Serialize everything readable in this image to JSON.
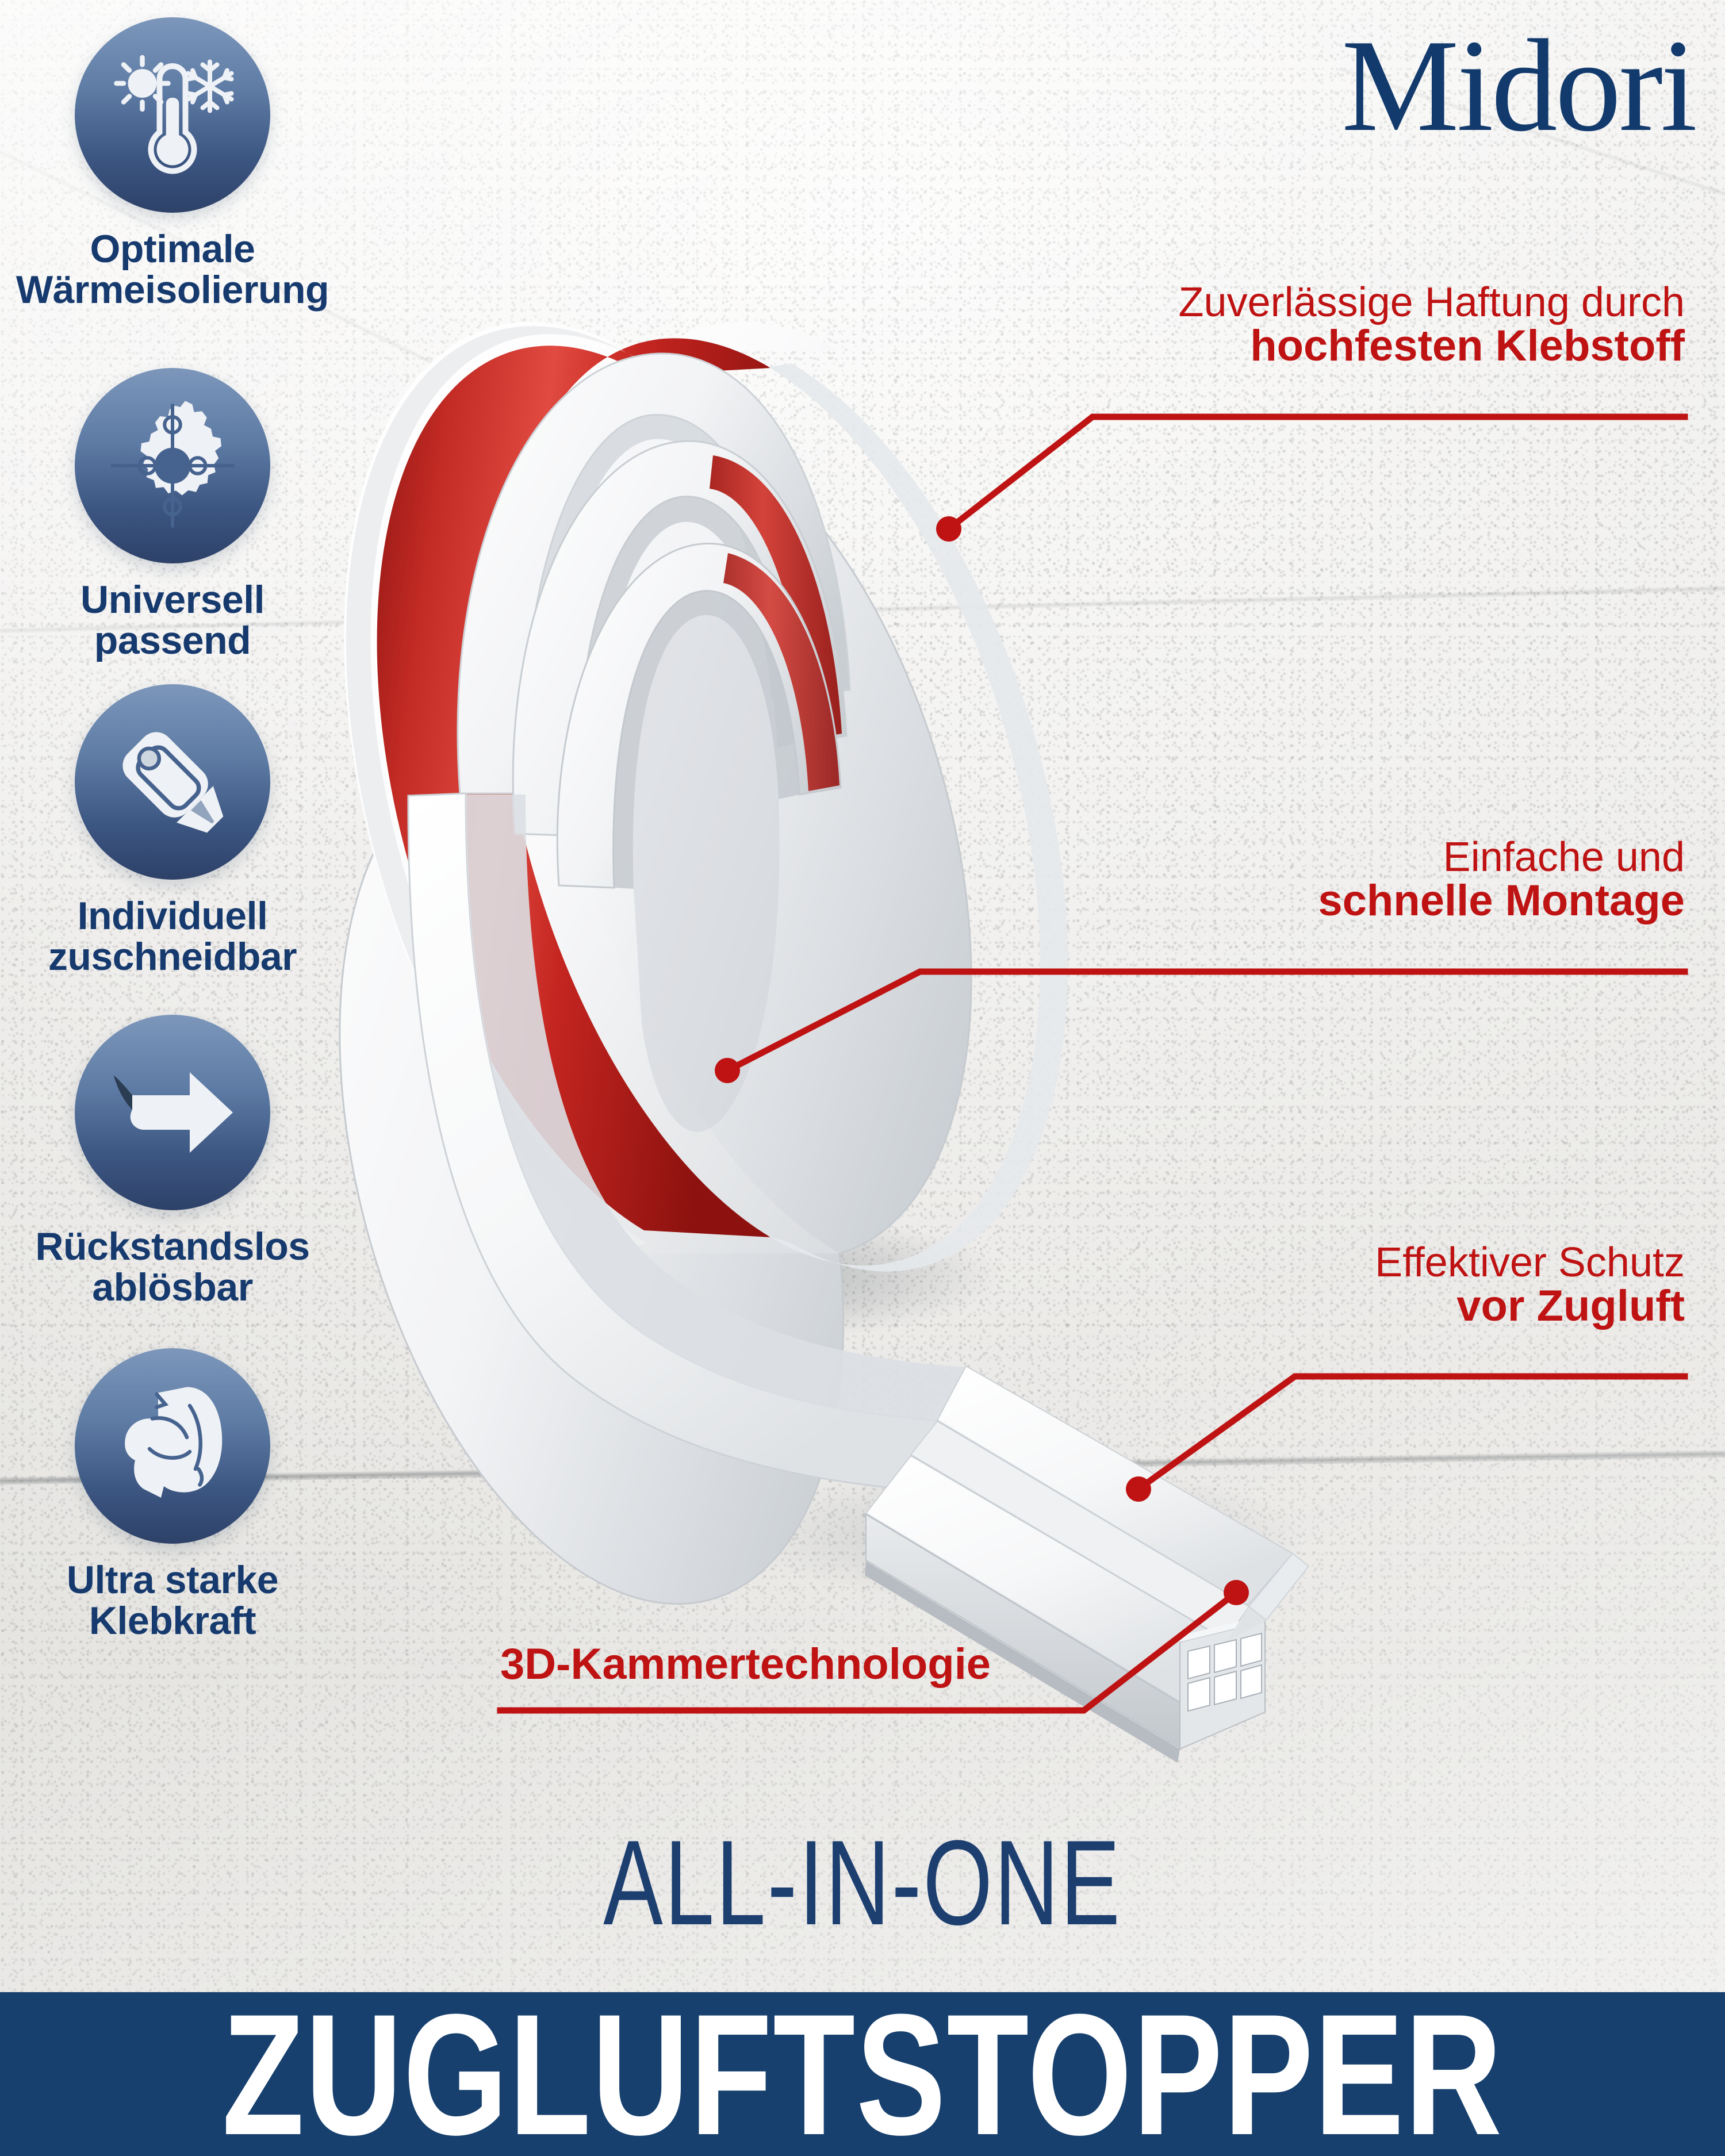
{
  "brand": {
    "name": "Midori"
  },
  "colors": {
    "navy": "#17406e",
    "navy_text": "#163a6e",
    "red": "#bf1313",
    "badge_light": "#7d97bb",
    "badge_dark": "#2d4168",
    "product_white": "#ffffff",
    "adhesive_red": "#c0201e"
  },
  "features": [
    {
      "icon": "thermometer-sun-snowflake-icon",
      "line1": "Optimale",
      "line2": "Wärmeisolierung"
    },
    {
      "icon": "gear-puzzle-icon",
      "line1": "Universell",
      "line2": "passend"
    },
    {
      "icon": "box-cutter-icon",
      "line1": "Individuell",
      "line2": "zuschneidbar"
    },
    {
      "icon": "peeling-arrow-icon",
      "line1": "Rückstandslos",
      "line2": "ablösbar"
    },
    {
      "icon": "flexed-bicep-icon",
      "line1": "Ultra starke",
      "line2": "Klebkraft"
    }
  ],
  "callouts": [
    {
      "id": "adhesive",
      "line1": "Zuverlässige Haftung durch",
      "line2": "hochfesten Klebstoff"
    },
    {
      "id": "mounting",
      "line1": "Einfache und",
      "line2": "schnelle Montage"
    },
    {
      "id": "draft",
      "line1": "Effektiver Schutz",
      "line2": "vor Zugluft"
    },
    {
      "id": "chambers",
      "line1": "",
      "line2": "3D-Kammertechnologie"
    }
  ],
  "title": {
    "top": "ALL-IN-ONE",
    "banner": "ZUGLUFTSTOPPER"
  },
  "product": {
    "description": "white sealing strip rolled into a coil with red adhesive band, unrolled end showing 3D chamber profile"
  }
}
